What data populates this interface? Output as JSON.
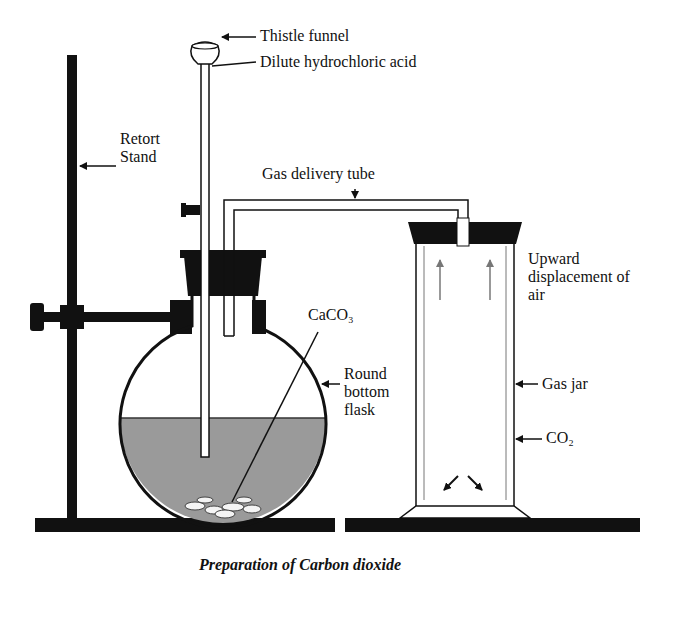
{
  "diagram": {
    "caption": "Preparation of Carbon dioxide",
    "labels": [
      "Thistle funnel",
      "Dilute hydrochloric acid",
      "Retort Stand",
      "Gas delivery tube",
      "CaCO₃",
      "Round bottom flask",
      "Upward displacement of air",
      "Gas jar",
      "CO₂"
    ]
  }
}
